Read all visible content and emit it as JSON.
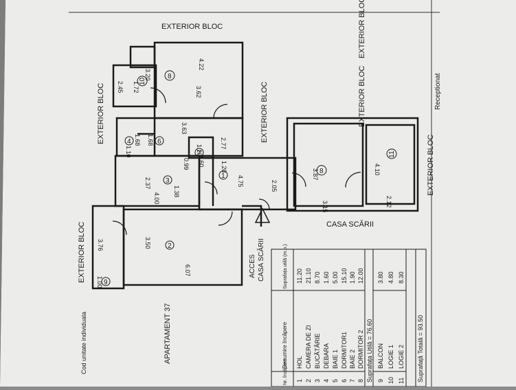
{
  "labels": {
    "exterior_top": "EXTERIOR BLOC",
    "exterior_left_upper": "EXTERIOR BLOC",
    "exterior_mid": "EXTERIOR BLOC",
    "exterior_right_a": "EXTERIOR BLOC",
    "exterior_right_b": "EXTERIOR BLOC",
    "exterior_right_c": "EXTERIOR BLOC",
    "exterior_left_lower": "EXTERIOR BLOC",
    "casa_scarii": "CASA SCĂRII",
    "acces": "ACCES",
    "acces_casa": "CASA SCĂRII",
    "apartament": "APARTAMENT 37",
    "receptionat": "Receptionat",
    "header_fragment": "Cod unitate individuala"
  },
  "rooms": {
    "r1": "1",
    "r2": "2",
    "r3": "3",
    "r4": "4",
    "r5": "5",
    "r6": "6",
    "r7": "7",
    "r8": "8",
    "r8b": "8",
    "r10": "10",
    "r11": "11",
    "r9": "9"
  },
  "dims": {
    "d422": "4.22",
    "d362": "3.62",
    "d320": "3.20",
    "d245": "2.45",
    "d172": "1.72",
    "d363": "3.63",
    "d168a": "1.68",
    "d168b": "1.68",
    "d110": "1.10",
    "d277": "2.77",
    "d120a": "1.20",
    "d160": "1.60",
    "d120b": "1.20",
    "d099": "0.99",
    "d237": "2.37",
    "d400": "4.00",
    "d138": "1.38",
    "d475": "4.75",
    "d205": "2.05",
    "d387": "3.87",
    "d315": "3.15",
    "d410": "4.10",
    "d212": "2.12",
    "d376": "3.76",
    "d350": "3.50",
    "d607": "6.07",
    "d100": "1.00"
  },
  "table": {
    "col_nr": "Nr. încăpere",
    "col_name": "Denumire încăpere",
    "col_area": "Suprafața utilă (m.p.)",
    "rows": [
      {
        "nr": "1",
        "name": "HOL",
        "area": "11.20"
      },
      {
        "nr": "2",
        "name": "CAMERA DE ZI",
        "area": "21.10"
      },
      {
        "nr": "3",
        "name": "BUCĂTĂRIE",
        "area": "8.70"
      },
      {
        "nr": "4",
        "name": "DEBARA",
        "area": "1.60"
      },
      {
        "nr": "5",
        "name": "BAIE 1",
        "area": "5.00"
      },
      {
        "nr": "6",
        "name": "DORMITOR1",
        "area": "15.10"
      },
      {
        "nr": "7",
        "name": "BAIE 2",
        "area": "1.90"
      },
      {
        "nr": "8",
        "name": "DORMITOR 2",
        "area": "12.00"
      }
    ],
    "util_total": "Suprafața Utilă = 76.60",
    "rows2": [
      {
        "nr": "9",
        "name": "BALCON",
        "area": "3.80"
      },
      {
        "nr": "10",
        "name": "LOGIE 1",
        "area": "4.80"
      },
      {
        "nr": "11",
        "name": "LOGIE 2",
        "area": "8.30"
      }
    ],
    "grand_total": "Suprafață Totală = 93.50"
  },
  "colors": {
    "paper": "#ececea",
    "ink": "#1a1a1a",
    "backdrop": "#8a8a8a"
  }
}
